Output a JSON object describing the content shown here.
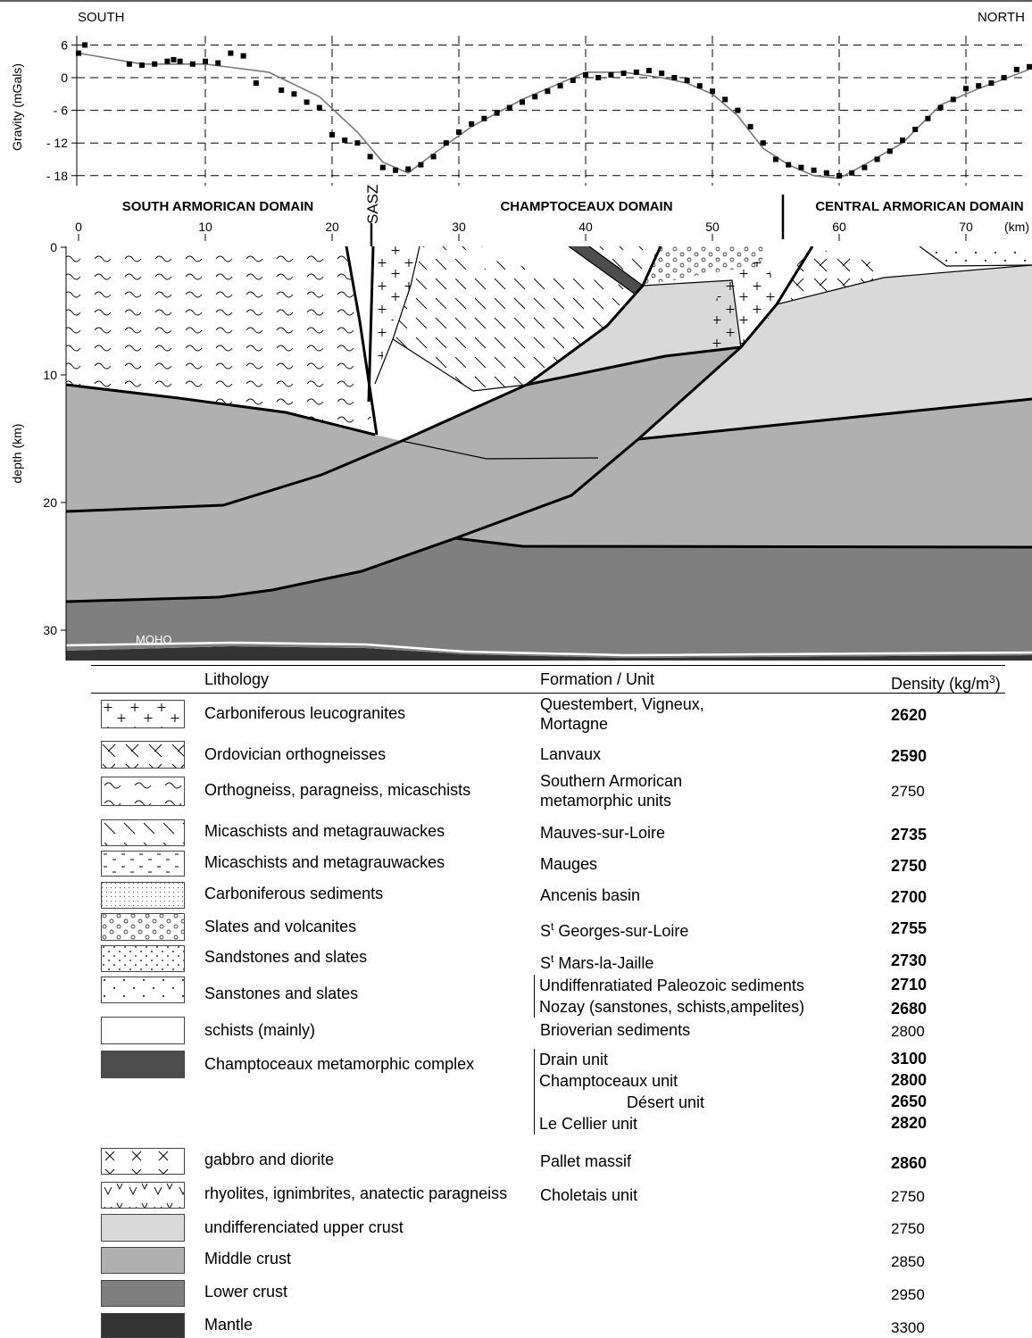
{
  "profile": {
    "south_label": "SOUTH",
    "north_label": "NORTH",
    "gravity_axis_label": "Gravity (mGals)",
    "gravity_ticks": [
      "6",
      "0",
      "- 6",
      "- 12",
      "- 18"
    ],
    "domains": {
      "south": "SOUTH ARMORICAN DOMAIN",
      "champtoceaux": "CHAMPTOCEAUX DOMAIN",
      "central": "CENTRAL ARMORICAN DOMAIN"
    },
    "fault_label": "SASZ",
    "distance_ticks": [
      "0",
      "10",
      "20",
      "30",
      "40",
      "50",
      "60",
      "70"
    ],
    "distance_unit": "(km)",
    "depth_axis_label": "depth (km)",
    "depth_ticks": [
      "0",
      "10",
      "20",
      "30"
    ],
    "moho_label": "MOHO"
  },
  "chart_data": {
    "type": "scatter",
    "title": "",
    "xlabel": "",
    "ylabel": "Gravity (mGals)",
    "xunit": "km",
    "xlim": [
      0,
      75
    ],
    "ylim": [
      -19,
      7
    ],
    "series": [
      {
        "kind": "observed",
        "x": [
          0,
          0.5,
          4,
          5,
          6,
          7,
          7.5,
          8,
          9,
          10,
          11,
          12,
          13,
          14,
          16,
          17,
          18,
          19,
          20,
          21,
          22,
          23,
          24,
          25,
          26,
          27,
          28,
          29,
          30,
          31,
          32,
          33,
          34,
          35,
          36,
          37,
          38,
          39,
          40,
          41,
          42,
          43,
          44,
          45,
          46,
          47,
          48,
          49,
          50,
          51,
          52,
          53,
          54,
          55,
          56,
          57,
          58,
          59,
          60,
          61,
          62,
          63,
          64,
          65,
          66,
          67,
          68,
          69,
          70,
          71,
          72,
          73,
          74,
          75
        ],
        "y": [
          4.5,
          6,
          2.5,
          2.3,
          2.5,
          3,
          3.3,
          3,
          2.5,
          3,
          2.7,
          4.5,
          4,
          -1,
          -2.3,
          -3,
          -4.5,
          -5.5,
          -10.5,
          -11.5,
          -12,
          -14.5,
          -16.5,
          -17,
          -16.8,
          -16,
          -14.5,
          -12,
          -10,
          -8.5,
          -7.5,
          -6.5,
          -5.5,
          -4.5,
          -3.5,
          -2.5,
          -1.5,
          -0.5,
          0.5,
          0,
          0.5,
          0.8,
          1,
          1.3,
          0.8,
          0,
          -0.5,
          -1.5,
          -2.5,
          -4,
          -6,
          -9,
          -12,
          -15,
          -16,
          -16.5,
          -17,
          -17.5,
          -18,
          -17.5,
          -16.5,
          -15,
          -13.5,
          -11.5,
          -9.5,
          -7.5,
          -5.5,
          -4,
          -2,
          -1.5,
          -1,
          0,
          1.5,
          2
        ]
      },
      {
        "kind": "calculated",
        "x": [
          0,
          5,
          10,
          15,
          19,
          22,
          24,
          26,
          28,
          31,
          35,
          38,
          40,
          43,
          46,
          48,
          50,
          52,
          54,
          56,
          58,
          60,
          62,
          65,
          68,
          71,
          75
        ],
        "y": [
          4.5,
          2.5,
          2.5,
          1,
          -3.5,
          -10,
          -15.5,
          -17.5,
          -14,
          -9,
          -4,
          -1,
          1,
          1,
          0,
          -1,
          -3,
          -7,
          -13,
          -16,
          -18,
          -18.5,
          -16,
          -12,
          -5,
          -2,
          1.5
        ]
      }
    ]
  },
  "legend": {
    "headers": {
      "lithology": "Lithology",
      "formation": "Formation / Unit",
      "density": "Density (kg/m",
      "density_sup": "3",
      "density_close": ")"
    },
    "rows": [
      {
        "lithology": "Carboniferous leucogranites",
        "formation": [
          "Questembert, Vigneux,",
          "Mortagne"
        ],
        "density": [
          "2620"
        ]
      },
      {
        "lithology": "Ordovician orthogneisses",
        "formation": [
          "Lanvaux"
        ],
        "density": [
          "2590"
        ]
      },
      {
        "lithology": "Orthogneiss, paragneiss, micaschists",
        "formation": [
          "Southern Armorican",
          "metamorphic units"
        ],
        "density": [
          "2750"
        ]
      },
      {
        "lithology": "Micaschists and metagrauwackes",
        "formation": [
          "Mauves-sur-Loire"
        ],
        "density": [
          "2735"
        ]
      },
      {
        "lithology": "Micaschists and metagrauwackes",
        "formation": [
          "Mauges"
        ],
        "density": [
          "2750"
        ]
      },
      {
        "lithology": "Carboniferous sediments",
        "formation": [
          "Ancenis basin"
        ],
        "density": [
          "2700"
        ]
      },
      {
        "lithology": "Slates and volcanites",
        "formation_prefix": "S",
        "formation_sup": "t",
        "formation": [
          "Georges-sur-Loire"
        ],
        "density": [
          "2755"
        ]
      },
      {
        "lithology": "Sandstones and slates",
        "formation_prefix": "S",
        "formation_sup": "t",
        "formation": [
          "Mars-la-Jaille"
        ],
        "density": [
          "2730"
        ]
      },
      {
        "lithology": "Sanstones and slates",
        "formation": [
          "Undiffenratiated Paleozoic sediments",
          "Nozay (sanstones, schists,ampelites)"
        ],
        "density": [
          "2710",
          "2680"
        ]
      },
      {
        "lithology": "schists (mainly)",
        "formation": [
          "Brioverian sediments"
        ],
        "density": [
          "2800"
        ]
      },
      {
        "lithology": "Champtoceaux metamorphic complex",
        "formation": [
          "Drain unit",
          "Champtoceaux unit",
          "Désert unit",
          "Le Cellier unit"
        ],
        "density": [
          "3100",
          "2800",
          "2650",
          "2820"
        ]
      },
      {
        "lithology": "gabbro and diorite",
        "formation": [
          "Pallet massif"
        ],
        "density": [
          "2860"
        ]
      },
      {
        "lithology": "rhyolites, ignimbrites, anatectic paragneiss",
        "formation": [
          "Choletais unit"
        ],
        "density": [
          "2750"
        ]
      },
      {
        "lithology": "undifferenciated upper crust",
        "formation": [
          ""
        ],
        "density": [
          "2750"
        ]
      },
      {
        "lithology": "Middle crust",
        "formation": [
          ""
        ],
        "density": [
          "2850"
        ]
      },
      {
        "lithology": "Lower crust",
        "formation": [
          ""
        ],
        "density": [
          "2950"
        ]
      },
      {
        "lithology": "Mantle",
        "formation": [
          ""
        ],
        "density": [
          "3300"
        ]
      }
    ]
  },
  "colors": {
    "upper_crust": "#d9d9d9",
    "middle_crust": "#b0b0b0",
    "lower_crust": "#7f7f7f",
    "mantle": "#333333",
    "champtoceaux_complex": "#4d4d4d"
  }
}
